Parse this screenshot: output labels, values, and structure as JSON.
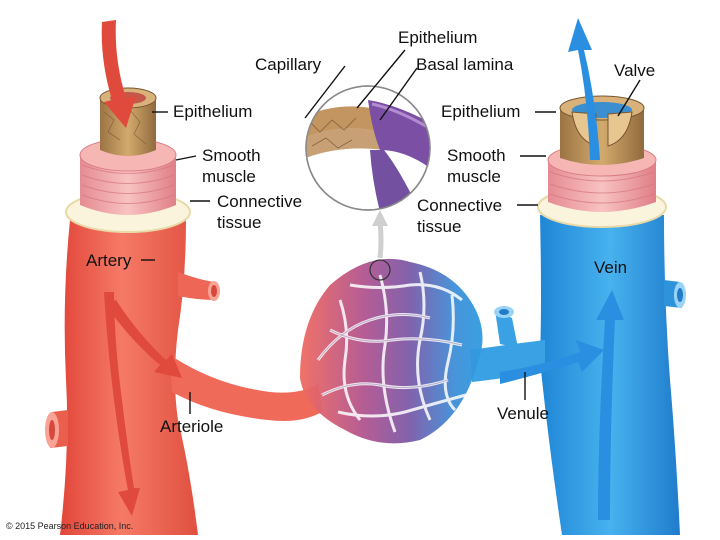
{
  "labels": {
    "capillary": "Capillary",
    "epithelium_top": "Epithelium",
    "basal_lamina": "Basal lamina",
    "valve": "Valve",
    "artery_epithelium": "Epithelium",
    "artery_smooth_muscle_1": "Smooth",
    "artery_smooth_muscle_2": "muscle",
    "artery_connective_1": "Connective",
    "artery_connective_2": "tissue",
    "vein_epithelium": "Epithelium",
    "vein_smooth_muscle_1": "Smooth",
    "vein_smooth_muscle_2": "muscle",
    "vein_connective_1": "Connective",
    "vein_connective_2": "tissue",
    "artery": "Artery",
    "vein": "Vein",
    "arteriole": "Arteriole",
    "venule": "Venule"
  },
  "copyright": "© 2015 Pearson Education, Inc.",
  "colors": {
    "artery": "#f0604f",
    "artery_light": "#f7a08e",
    "vein": "#2f9be0",
    "vein_light": "#7fc6f0",
    "capillary": "#8a5aa8",
    "smooth_muscle": "#f3a0a5",
    "connective": "#faf3d8",
    "epithelium": "#b58a52",
    "arrow_red": "#e04a3c",
    "arrow_blue": "#2a8fe0"
  }
}
